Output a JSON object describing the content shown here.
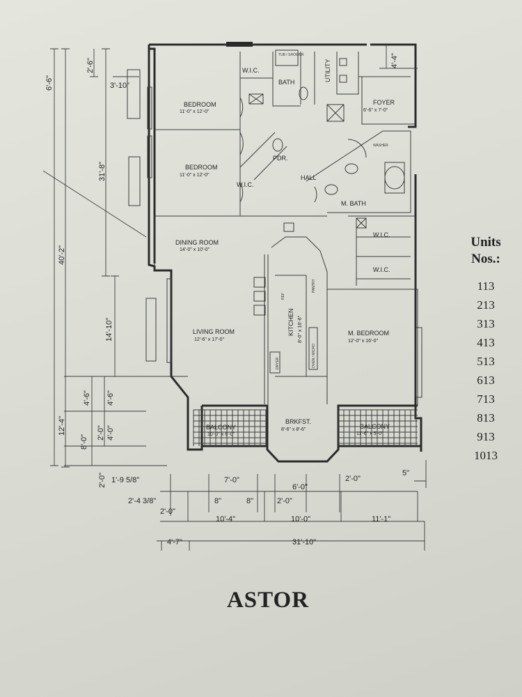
{
  "title": "ASTOR",
  "units": {
    "heading_line1": "Units",
    "heading_line2": "Nos.:",
    "numbers": [
      "113",
      "213",
      "313",
      "413",
      "513",
      "613",
      "713",
      "813",
      "913",
      "1013"
    ]
  },
  "rooms": {
    "bedroom1": {
      "name": "BEDROOM",
      "size": "11'-0\" x 12'-0\""
    },
    "bedroom2": {
      "name": "BEDROOM",
      "size": "11'-0\" x 12'-0\""
    },
    "wic1": "W.I.C.",
    "wic2": "W.I.C.",
    "wic3": "W.I.C.",
    "wic4": "W.I.C.",
    "bath": "BATH",
    "utility": "UTILITY",
    "tub_shower": "TUB / SHOWER",
    "foyer": {
      "name": "FOYER",
      "size": "6'-6\" x 7'-0\""
    },
    "pdr": "PDR.",
    "hall": "HALL",
    "mbath": "M. BATH",
    "dining": {
      "name": "DINING ROOM",
      "size": "14'-0\" x 10'-0\""
    },
    "living": {
      "name": "LIVING ROOM",
      "size": "12'-6\" x 17'-0\""
    },
    "kitchen": {
      "name": "KITCHEN",
      "size": "8'-0\" x 16'-6\""
    },
    "mbedroom": {
      "name": "M. BEDROOM",
      "size": "12'-0\" x 16'-0\""
    },
    "balcony1": {
      "name": "BALCONY",
      "size": "10'-0\" x 6'-0\""
    },
    "brkfst": {
      "name": "BRKFST.",
      "size": "8'-6\" x 8'-6\""
    },
    "balcony2": {
      "name": "BALCONY",
      "size": "11'-6\" x 5'-0\""
    },
    "washer": "WASHER",
    "dryer": "DRYER",
    "ref": "REF",
    "pantry": "PANTRY",
    "oven": "OVEN / MICRO"
  },
  "dimensions": {
    "left_top": "6'-6\"",
    "left_top2": "2'-6\"",
    "left_3_10": "3'-10\"",
    "left_31_8": "31'-8\"",
    "left_40_2": "40'-2\"",
    "left_14_10": "14'-10\"",
    "left_12_4": "12'-4\"",
    "left_4_6a": "4'-6\"",
    "left_4_6b": "4'-6\"",
    "left_2_0a": "2'-0\"",
    "left_4_0": "4'-0\"",
    "left_8_0": "8'-0\"",
    "left_2_0b": "2'-0\"",
    "top_right": "4'-4\"",
    "b_1_9": "1'-9 5/8\"",
    "b_2_4": "2'-4 3/8\"",
    "b_2_0a": "2'-0\"",
    "b_7_0": "7'-0\"",
    "b_8a": "8\"",
    "b_8b": "8\"",
    "b_6_0": "6'-0\"",
    "b_2_0b": "2'-0\"",
    "b_2_0c": "2'-0\"",
    "b_5": "5\"",
    "b_10_4": "10'-4\"",
    "b_10_0": "10'-0\"",
    "b_11_1": "11'-1\"",
    "b_4_7": "4'-7\"",
    "b_31_10": "31'-10\""
  }
}
